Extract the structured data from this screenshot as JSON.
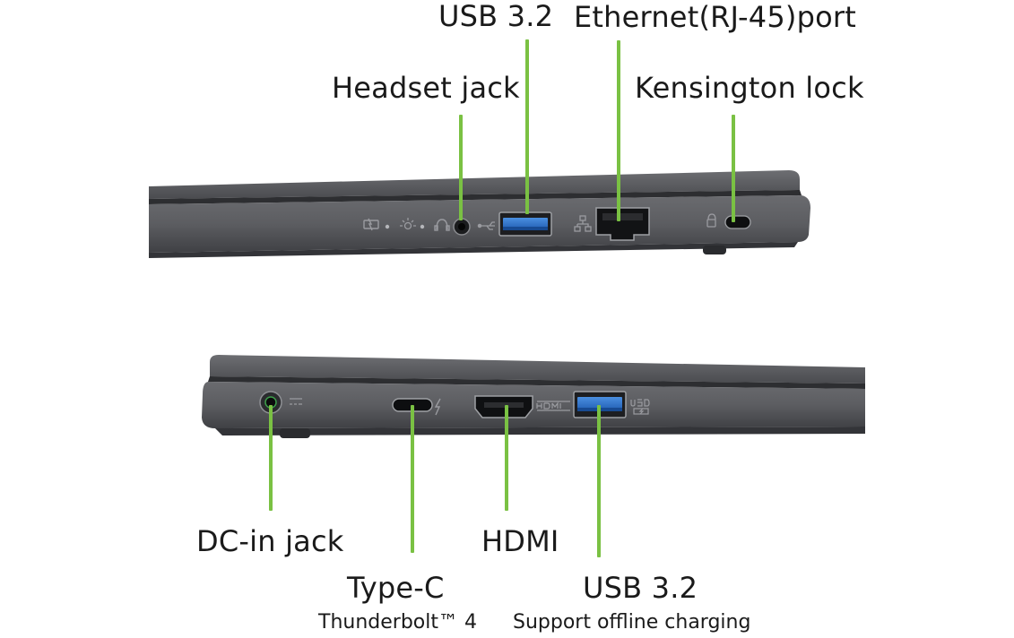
{
  "top_view": {
    "labels": {
      "usb": "USB 3.2",
      "ethernet": "Ethernet(RJ-45)port",
      "headset": "Headset jack",
      "kensington": "Kensington lock"
    }
  },
  "bottom_view": {
    "labels": {
      "dc_in": "DC-in jack",
      "type_c": "Type-C",
      "type_c_sub": "Thunderbolt™ 4",
      "hdmi": "HDMI",
      "usb": "USB 3.2",
      "usb_sub": "Support offline charging"
    }
  },
  "colors": {
    "leader_line": "#7ac143",
    "chassis": "#5b5c60",
    "usb_port": "#2f73c9"
  }
}
